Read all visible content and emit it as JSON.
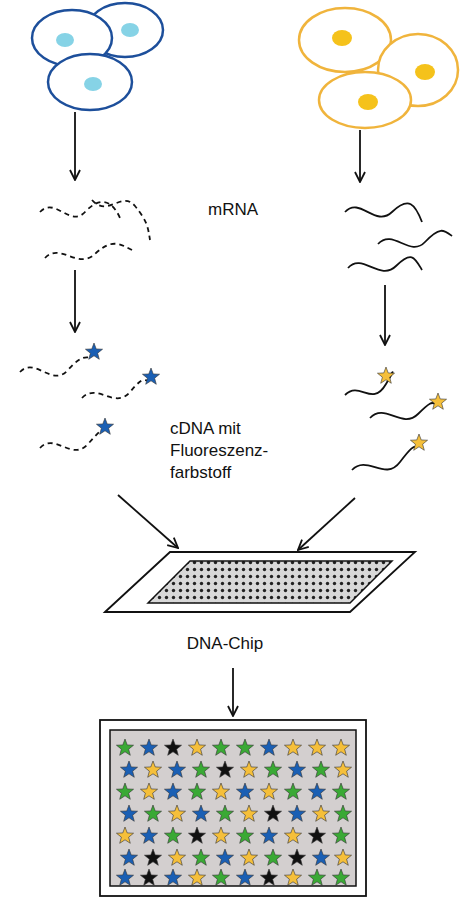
{
  "diagram": {
    "nodes": [
      {
        "text": [
          "DNA-Chip"
        ]
      }
    ],
    "labels": [
      "mRNA",
      "cDNA mit Fluoreszenz-farbstoff"
    ]
  }
}
